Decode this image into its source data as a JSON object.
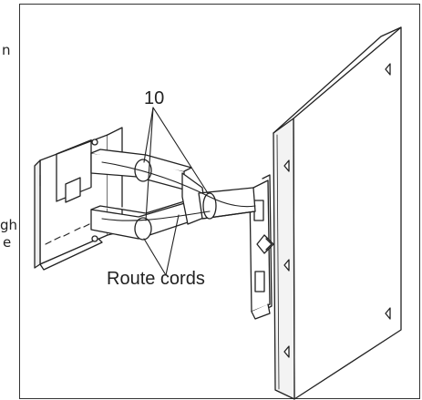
{
  "figure": {
    "callout_number": "10",
    "route_label": "Route cords",
    "left_fragments": [
      "n",
      "gh",
      "e"
    ]
  }
}
